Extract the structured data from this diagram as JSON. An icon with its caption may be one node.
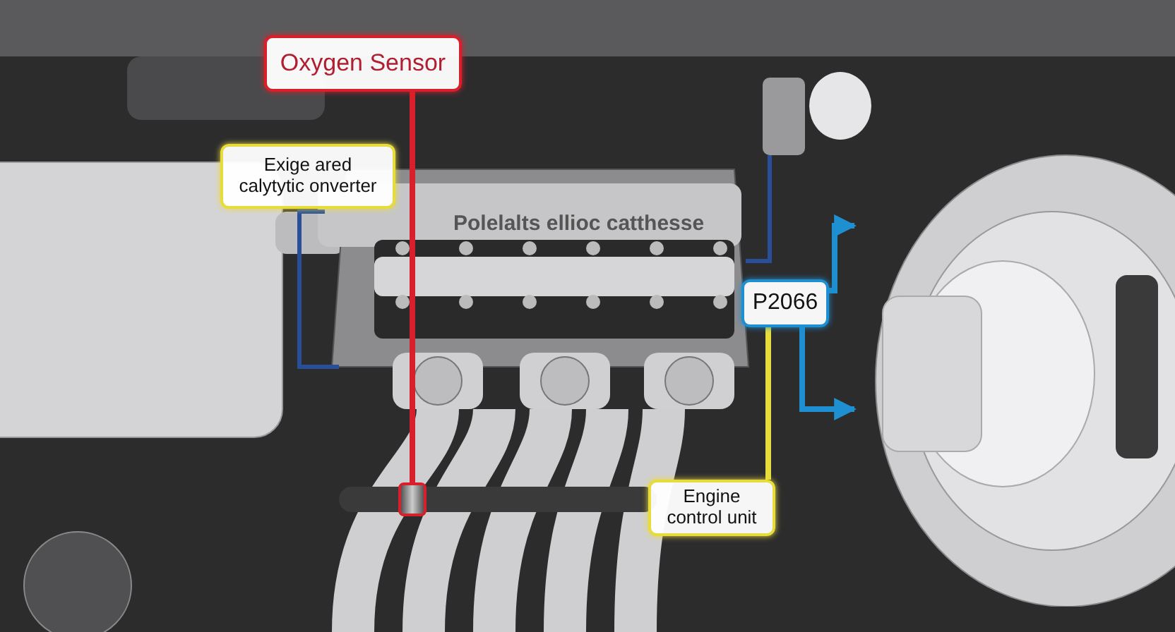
{
  "diagram": {
    "nodes": [
      {
        "text": [
          "Oxygen Sensor"
        ]
      },
      {
        "text": [
          "Exige ared calytytic onverter"
        ]
      },
      {
        "text": [
          "P2066"
        ]
      },
      {
        "text": [
          "Engine control unit"
        ]
      },
      {
        "text": [],
        "shape": "cylinder"
      },
      {
        "text": [],
        "shape": "picture"
      }
    ],
    "edges": [
      {
        "from": 0,
        "to": 4,
        "arrow": "none",
        "color": "#d8202c"
      },
      {
        "from": 3,
        "to": 2,
        "arrow": "none",
        "color": "#e8dc3c"
      },
      {
        "from": 2,
        "to": 5,
        "arrow": "to"
      },
      {
        "from": 2,
        "to": 5,
        "arrow": "to"
      }
    ],
    "labels": [
      "Polelalts ellioc catthesse"
    ]
  }
}
